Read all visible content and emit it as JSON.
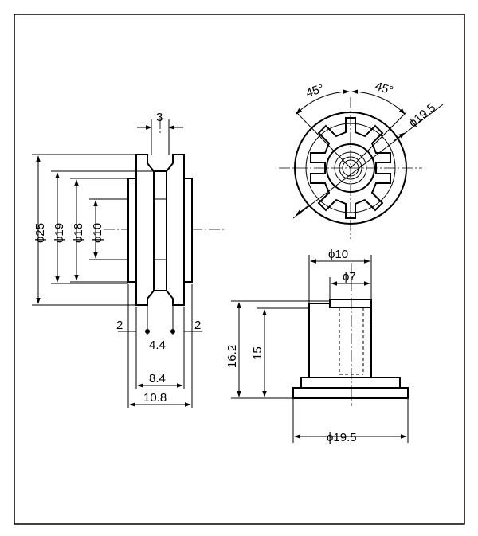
{
  "side_view": {
    "top_width": "3",
    "dia_25": "ϕ25",
    "dia_19": "ϕ19",
    "dia_18": "ϕ18",
    "dia_10": "ϕ10",
    "left_flange": "2",
    "right_flange": "2",
    "groove_width": "4.4",
    "inner_width": "8.4",
    "overall_width": "10.8"
  },
  "front_view": {
    "angle_left": "45°",
    "angle_right": "45°",
    "outer_dia": "ϕ19.5"
  },
  "bottom_view": {
    "hub_dia": "ϕ10",
    "bore_dia": "ϕ7",
    "overall_height": "16.2",
    "hub_height": "15",
    "base_dia": "ϕ19.5"
  }
}
